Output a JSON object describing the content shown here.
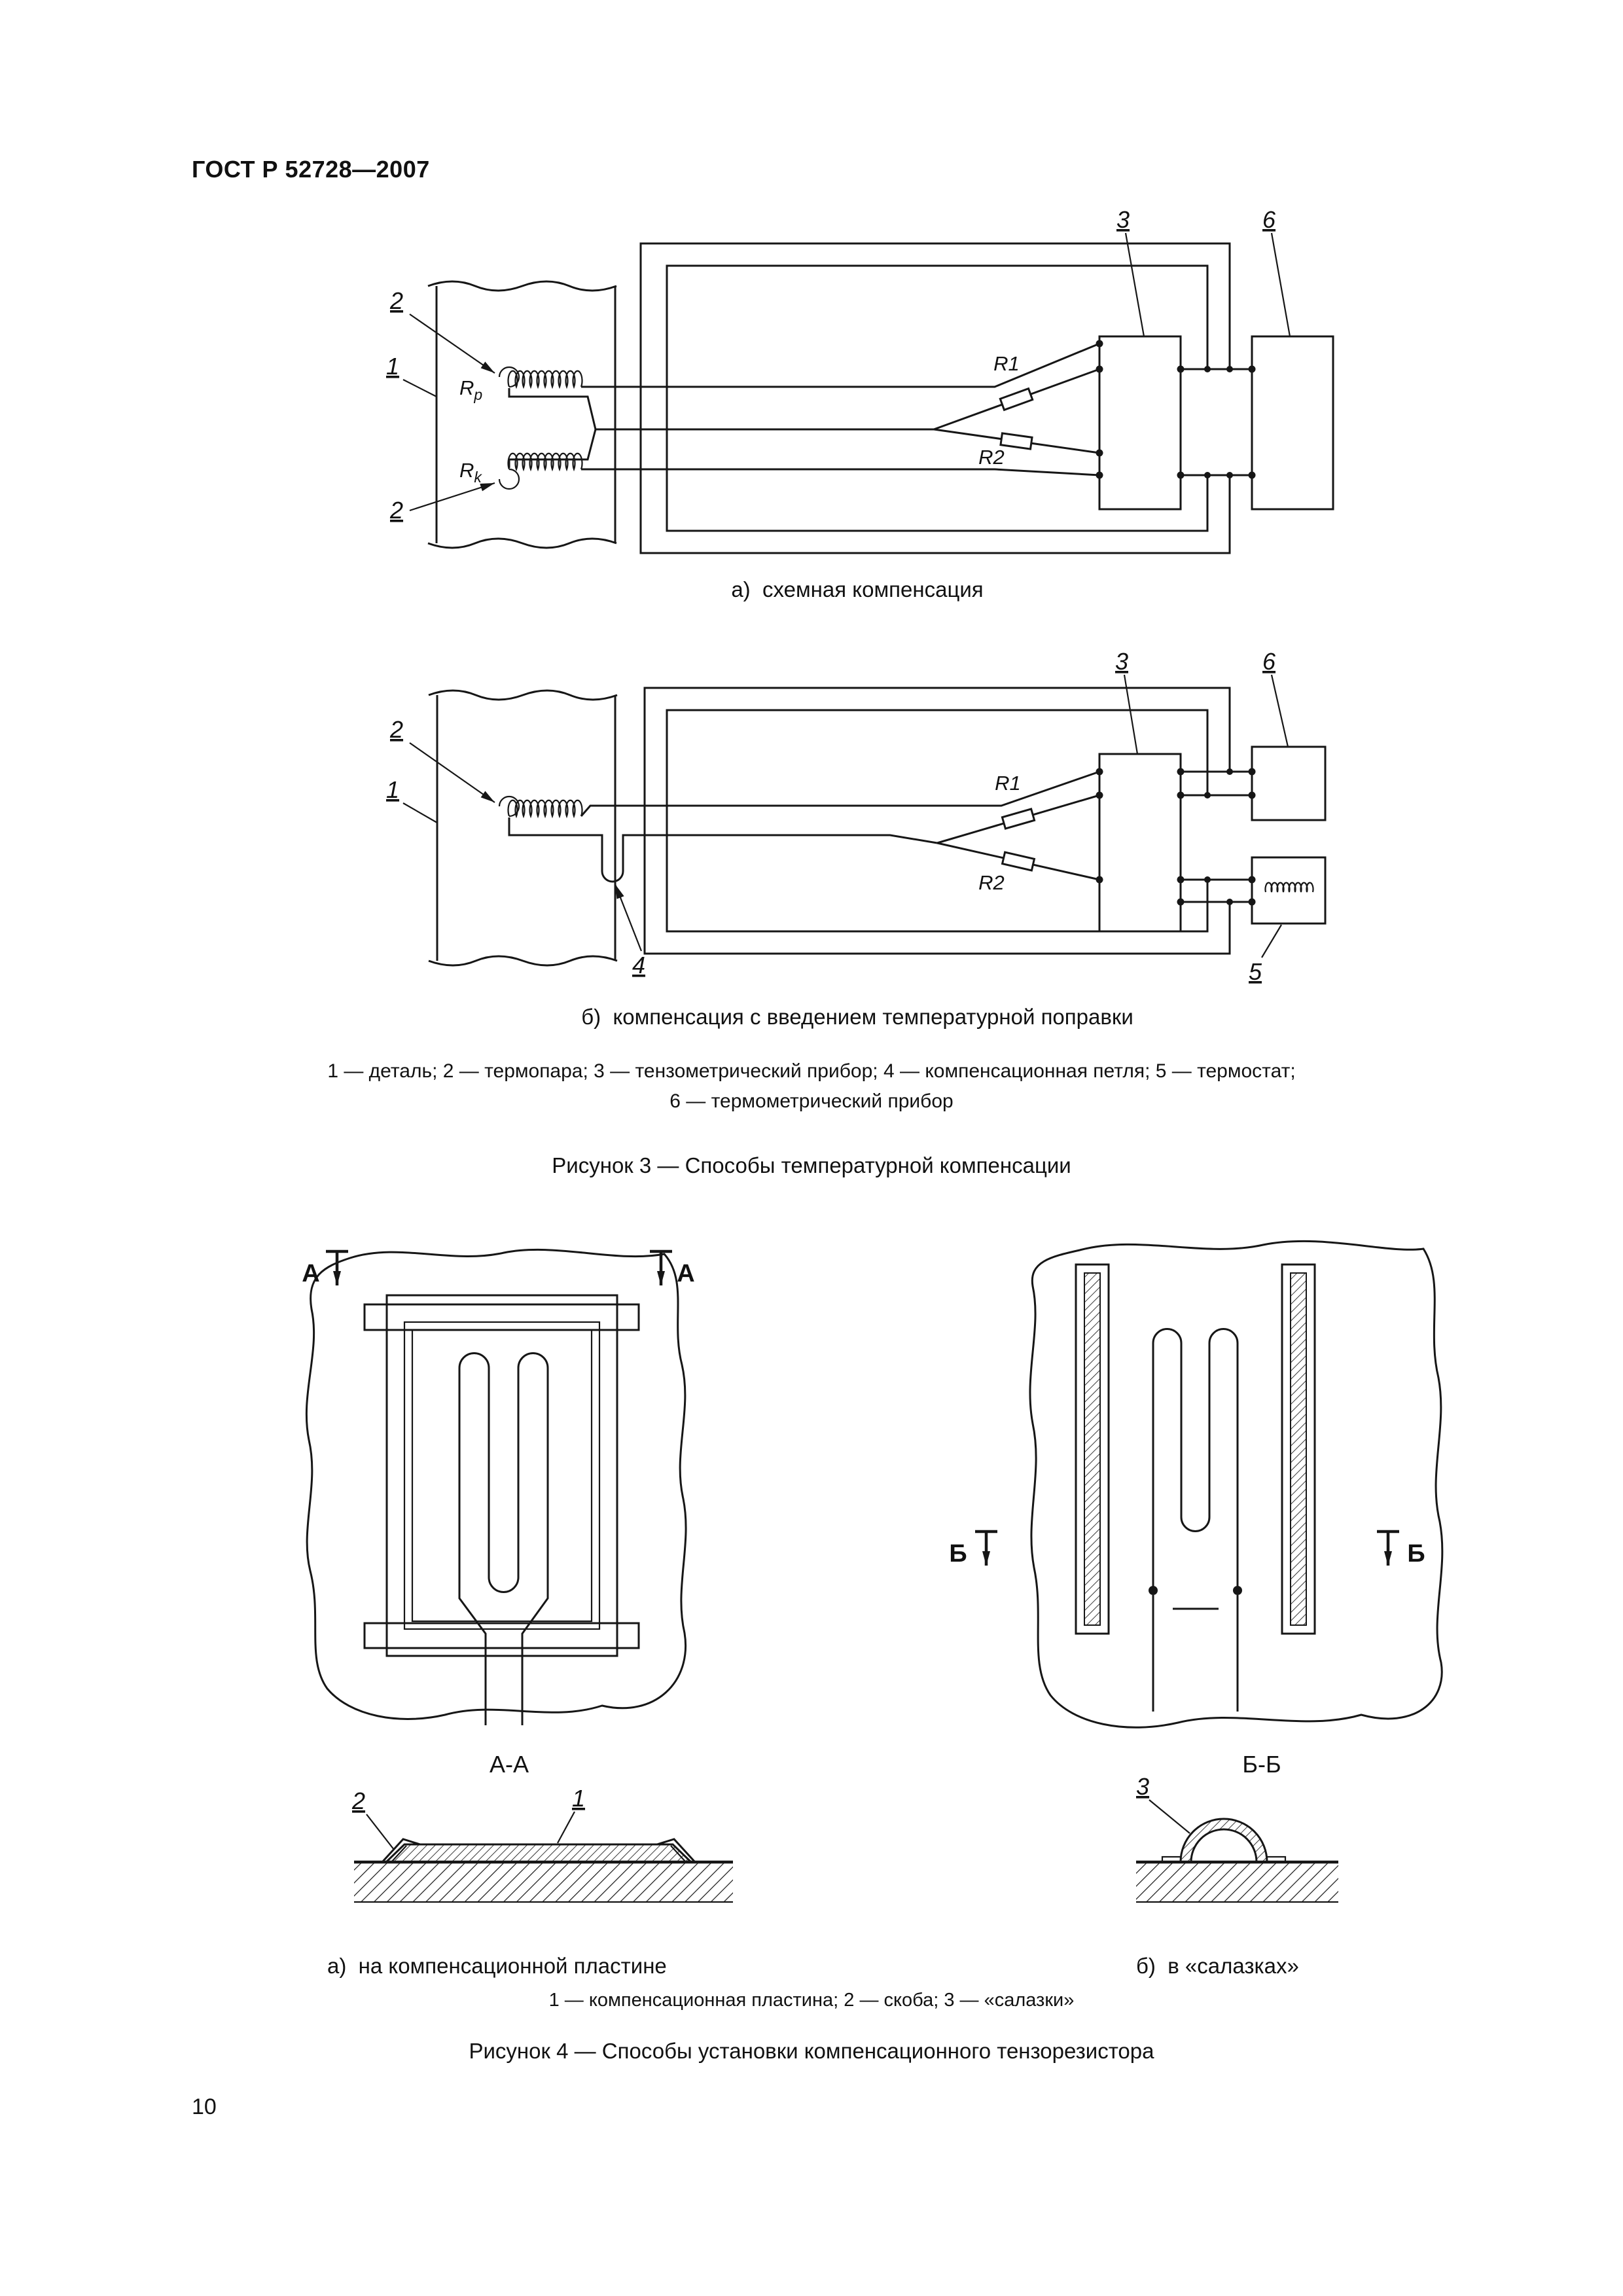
{
  "page": {
    "header": "ГОСТ Р 52728—2007",
    "page_number": "10"
  },
  "fig3": {
    "a": {
      "caption": "а)  схемная компенсация",
      "l1": "1",
      "l2top": "2",
      "l2bot": "2",
      "l3": "3",
      "l6": "6",
      "rp": "R",
      "rp_sub": "p",
      "rk": "R",
      "rk_sub": "k",
      "r1": "R1",
      "r2": "R2"
    },
    "b": {
      "caption": "б)  компенсация с введением температурной поправки",
      "l1": "1",
      "l2": "2",
      "l3": "3",
      "l4": "4",
      "l5": "5",
      "l6": "6",
      "r1": "R1",
      "r2": "R2"
    },
    "legend1": "1 — деталь; 2 — термопара; 3 — тензометрический прибор; 4 — компенсационная петля; 5 — термостат;",
    "legend2": "6 — термометрический прибор",
    "caption": "Рисунок 3 — Способы температурной компенсации"
  },
  "fig4": {
    "a": {
      "caption": "а)  на компенсационной пластине",
      "section": "А",
      "section_title": "А-А",
      "l1": "1",
      "l2": "2"
    },
    "b": {
      "caption": "б)  в «салазках»",
      "section": "Б",
      "section_title": "Б-Б",
      "l3": "3"
    },
    "legend": "1 — компенсационная пластина; 2 — скоба; 3 — «салазки»",
    "caption": "Рисунок 4 — Способы установки компенсационного тензорезистора"
  }
}
